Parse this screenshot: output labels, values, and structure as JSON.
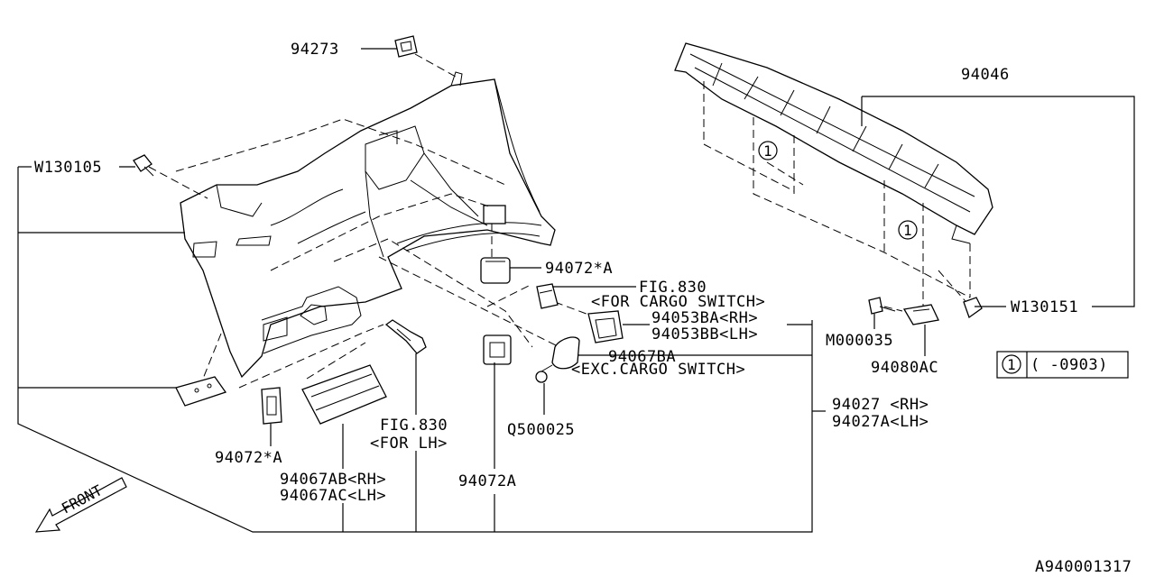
{
  "labels": {
    "p94273": "94273",
    "p94046": "94046",
    "w130105": "W130105",
    "w130151": "W130151",
    "p94072_a_top": "94072*A",
    "fig830_cargo": "FIG.830",
    "for_cargo_switch": "<FOR CARGO SWITCH>",
    "p94053ba": "94053BA<RH>",
    "p94053bb": "94053BB<LH>",
    "m000035": "M000035",
    "p94067ba": "94067BA",
    "exc_cargo_switch": "<EXC.CARGO SWITCH>",
    "p94080ac": "94080AC",
    "p94027": "94027 <RH>",
    "p94027a": "94027A<LH>",
    "q500025": "Q500025",
    "fig830_lh": "FIG.830",
    "for_lh": "<FOR LH>",
    "p94072_a_bottom": "94072*A",
    "p94067ab": "94067AB<RH>",
    "p94067ac": "94067AC<LH>",
    "p94072a": "94072A",
    "front": "FRONT",
    "callout_1a": "1",
    "callout_1b": "1",
    "legend_num": "1",
    "legend_range": "( -0903)",
    "diagram_id": "A940001317"
  }
}
